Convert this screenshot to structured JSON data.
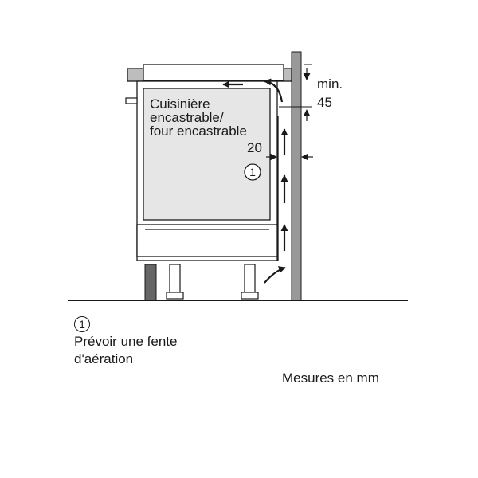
{
  "diagram": {
    "appliance_label": [
      "Cuisinière",
      "encastrable/",
      "four encastrable"
    ],
    "dimension_gap": "20",
    "dimension_min_label": "min.",
    "dimension_min_value": "45",
    "callout_number": "1"
  },
  "legend": {
    "callout_number": "1",
    "callout_text_line1": "Prévoir une fente",
    "callout_text_line2": "d'aération"
  },
  "units_note": "Mesures en mm",
  "colors": {
    "appliance_fill": "#e6e6e6",
    "wall_fill": "#999999",
    "plinth_fill": "#666666",
    "stroke": "#1a1a1a"
  }
}
